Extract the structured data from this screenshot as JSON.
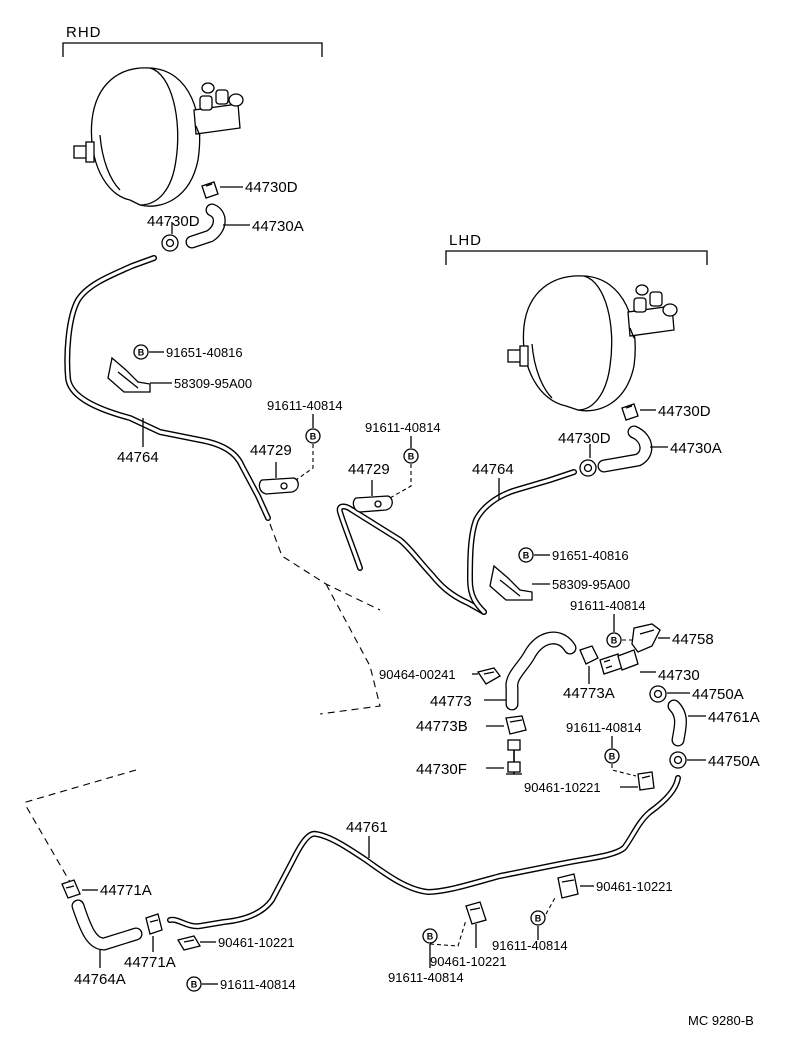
{
  "sections": {
    "rhd": "RHD",
    "lhd": "LHD"
  },
  "labels": {
    "rhd_44730D_top": "44730D",
    "rhd_44730D_clamp": "44730D",
    "rhd_44730A": "44730A",
    "rhd_91651": "91651-40816",
    "rhd_58309": "58309-95A00",
    "rhd_44764": "44764",
    "rhd_91611": "91611-40814",
    "rhd_44729": "44729",
    "mid_91611": "91611-40814",
    "mid_44729": "44729",
    "lhd_44730D_top": "44730D",
    "lhd_44730D_clamp": "44730D",
    "lhd_44730A": "44730A",
    "lhd_44764": "44764",
    "lhd_91651": "91651-40816",
    "lhd_58309": "58309-95A00",
    "v_91611_a": "91611-40814",
    "v_44758": "44758",
    "v_90464": "90464-00241",
    "v_44730": "44730",
    "v_44773": "44773",
    "v_44773A": "44773A",
    "v_44750A_1": "44750A",
    "v_44773B": "44773B",
    "v_91611_b": "91611-40814",
    "v_44761A": "44761A",
    "v_44730F": "44730F",
    "v_44750A_2": "44750A",
    "v_90461": "90461-10221",
    "b_44761": "44761",
    "b_44771A_1": "44771A",
    "b_90461_r": "90461-10221",
    "b_44771A_2": "44771A",
    "b_90461_l": "90461-10221",
    "b_44764A": "44764A",
    "b_91611_l": "91611-40814",
    "b_91611_r": "91611-40814",
    "b_90461_c": "90461-10221",
    "b_91611_c": "91611-40814"
  },
  "bolt_mark": "B",
  "diagram_code": "MC  9280-B"
}
